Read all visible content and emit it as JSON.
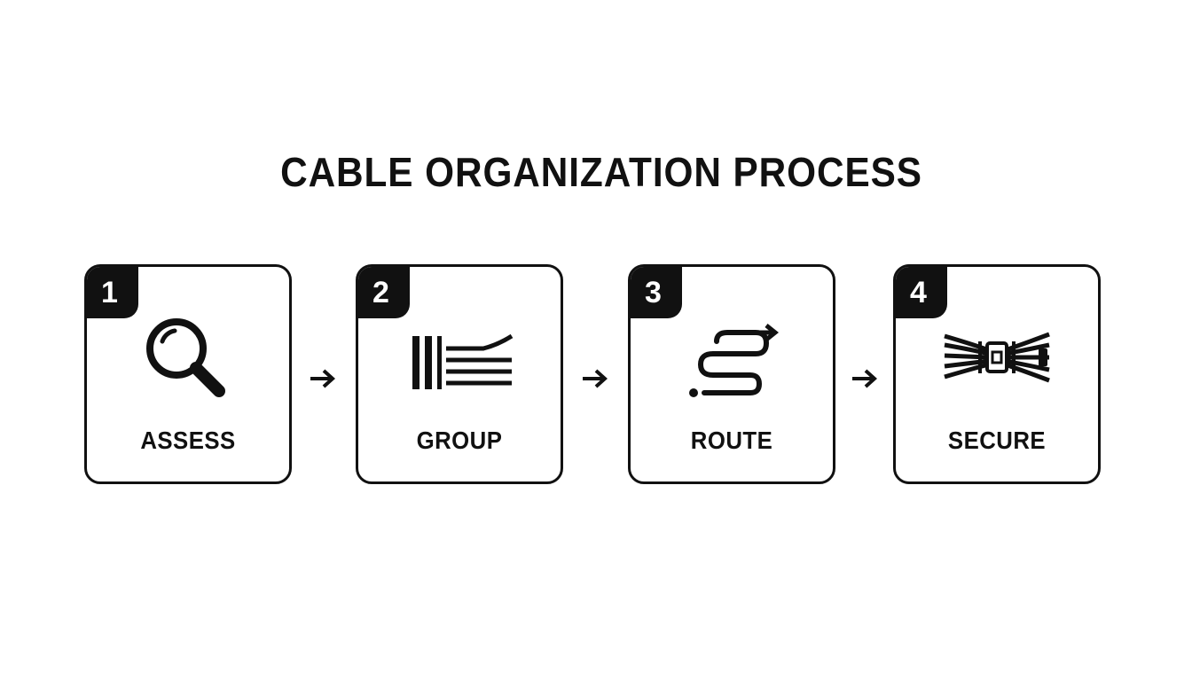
{
  "title": "CABLE ORGANIZATION PROCESS",
  "steps": [
    {
      "number": "1",
      "label": "ASSESS",
      "icon": "magnifying-glass-icon"
    },
    {
      "number": "2",
      "label": "GROUP",
      "icon": "grouped-cables-icon"
    },
    {
      "number": "3",
      "label": "ROUTE",
      "icon": "route-path-icon"
    },
    {
      "number": "4",
      "label": "SECURE",
      "icon": "cable-tie-bundle-icon"
    }
  ],
  "colors": {
    "foreground": "#111111",
    "background": "#ffffff"
  }
}
